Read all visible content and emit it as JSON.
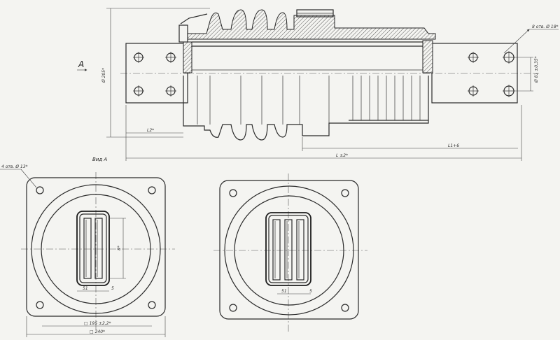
{
  "section_marker": "A",
  "view_title": "Вид А",
  "dimensions": {
    "overall_length": "L ±2*",
    "inner_length": "L1+6",
    "left_flange_offset": "L2*",
    "height": "Ø 205*",
    "holes_top": "8 отв. Ø 18*",
    "pitch_right": "Ø 81 ±0,35*",
    "holes_view": "4 отв. Ø 13*",
    "square_inner": "□ 195 ±2,2*",
    "square_outer": "□ 240*",
    "slot_height": "8*",
    "slot_left_1": "51",
    "slot_right_1": "5",
    "slot_left_2": "51",
    "slot_right_2": "5"
  },
  "colors": {
    "line": "#2a2a2a",
    "background": "#f4f4f1"
  }
}
